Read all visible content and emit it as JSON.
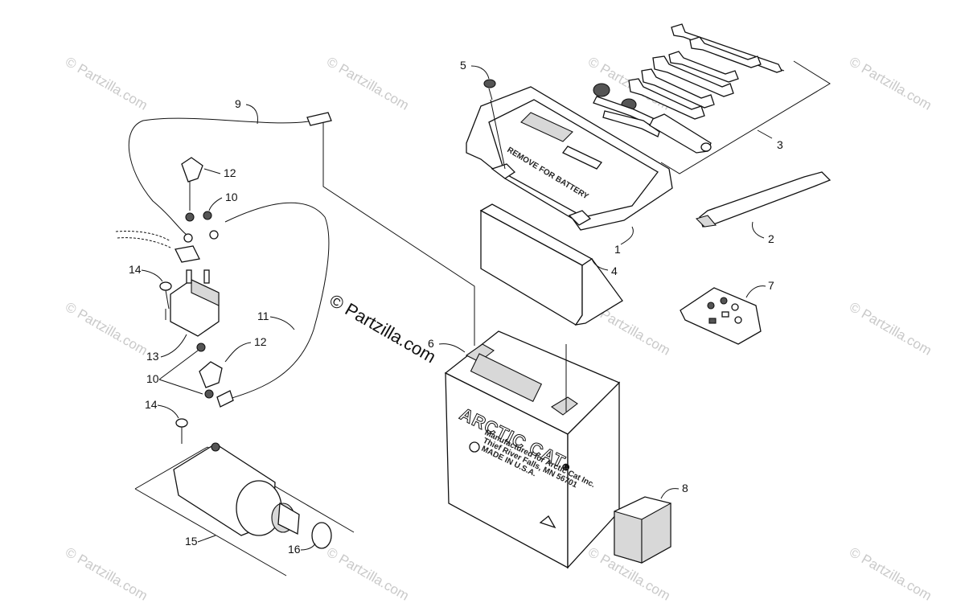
{
  "watermark": {
    "center_text": "© Partzilla.com",
    "repeat_text": "© Partzilla.com"
  },
  "battery": {
    "brand": "ARCTIC CAT",
    "brand_mark": "®",
    "label_lines": [
      "Manufactured for Arctic Cat Inc.",
      "Thief River Falls, MN 56701",
      "MADE IN U.S.A."
    ]
  },
  "lid": {
    "stamp": "REMOVE FOR BATTERY"
  },
  "callouts": [
    "1",
    "2",
    "3",
    "4",
    "5",
    "6",
    "7",
    "8",
    "9",
    "10",
    "10",
    "11",
    "12",
    "12",
    "13",
    "14",
    "14",
    "15",
    "16"
  ]
}
